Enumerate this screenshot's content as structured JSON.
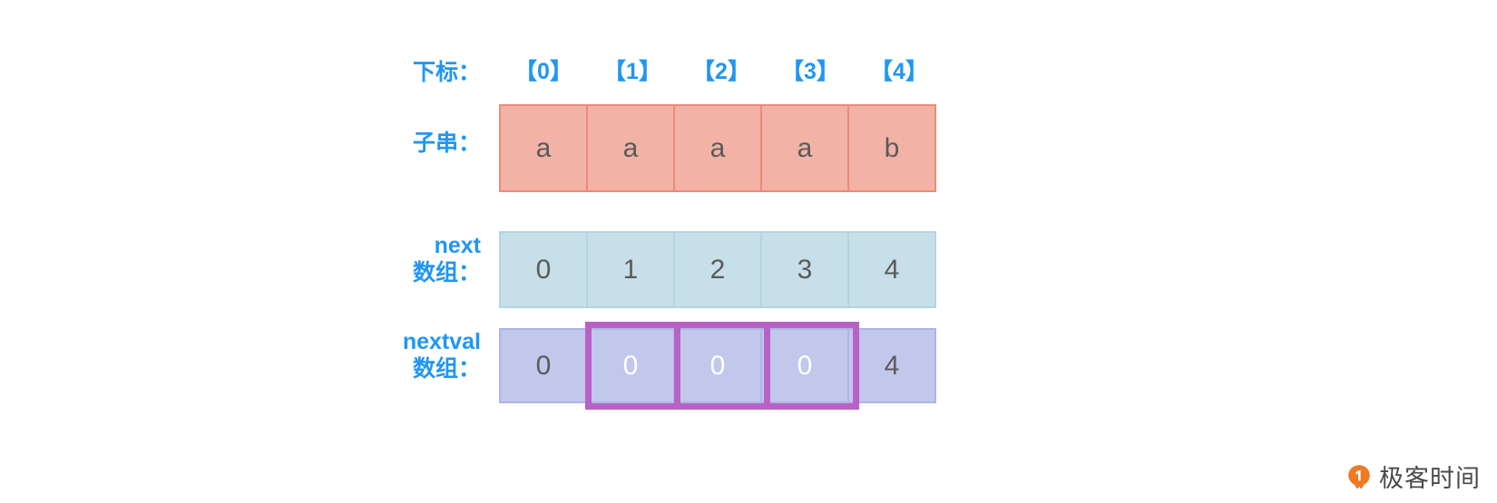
{
  "diagram": {
    "title": "KMP next / nextval array illustration",
    "colors": {
      "label_blue": "#2196f3",
      "substring_fill": "#f2b3a6",
      "substring_border": "#e98c77",
      "next_fill": "#c7dfe9",
      "next_border": "#b3d4e2",
      "nextval_fill": "#c2c8ec",
      "nextval_border": "#aeb5e2",
      "highlight_purple": "#b862c6",
      "cell_text": "#5a5a5a",
      "highlight_text": "#ffffff"
    },
    "labels": {
      "index": "下标：",
      "substring": "子串：",
      "next": "next\n数组：",
      "nextval": "nextval\n数组："
    },
    "index_header": [
      "【0】",
      "【1】",
      "【2】",
      "【3】",
      "【4】"
    ],
    "rows": {
      "substring": [
        "a",
        "a",
        "a",
        "a",
        "b"
      ],
      "next": [
        "0",
        "1",
        "2",
        "3",
        "4"
      ],
      "nextval": [
        "0",
        "0",
        "0",
        "0",
        "4"
      ]
    },
    "highlight": {
      "start_index": 1,
      "end_index": 3,
      "indices": [
        1,
        2,
        3
      ]
    }
  },
  "watermark": {
    "text": "极客时间",
    "logo_color": "#ee7b23"
  }
}
